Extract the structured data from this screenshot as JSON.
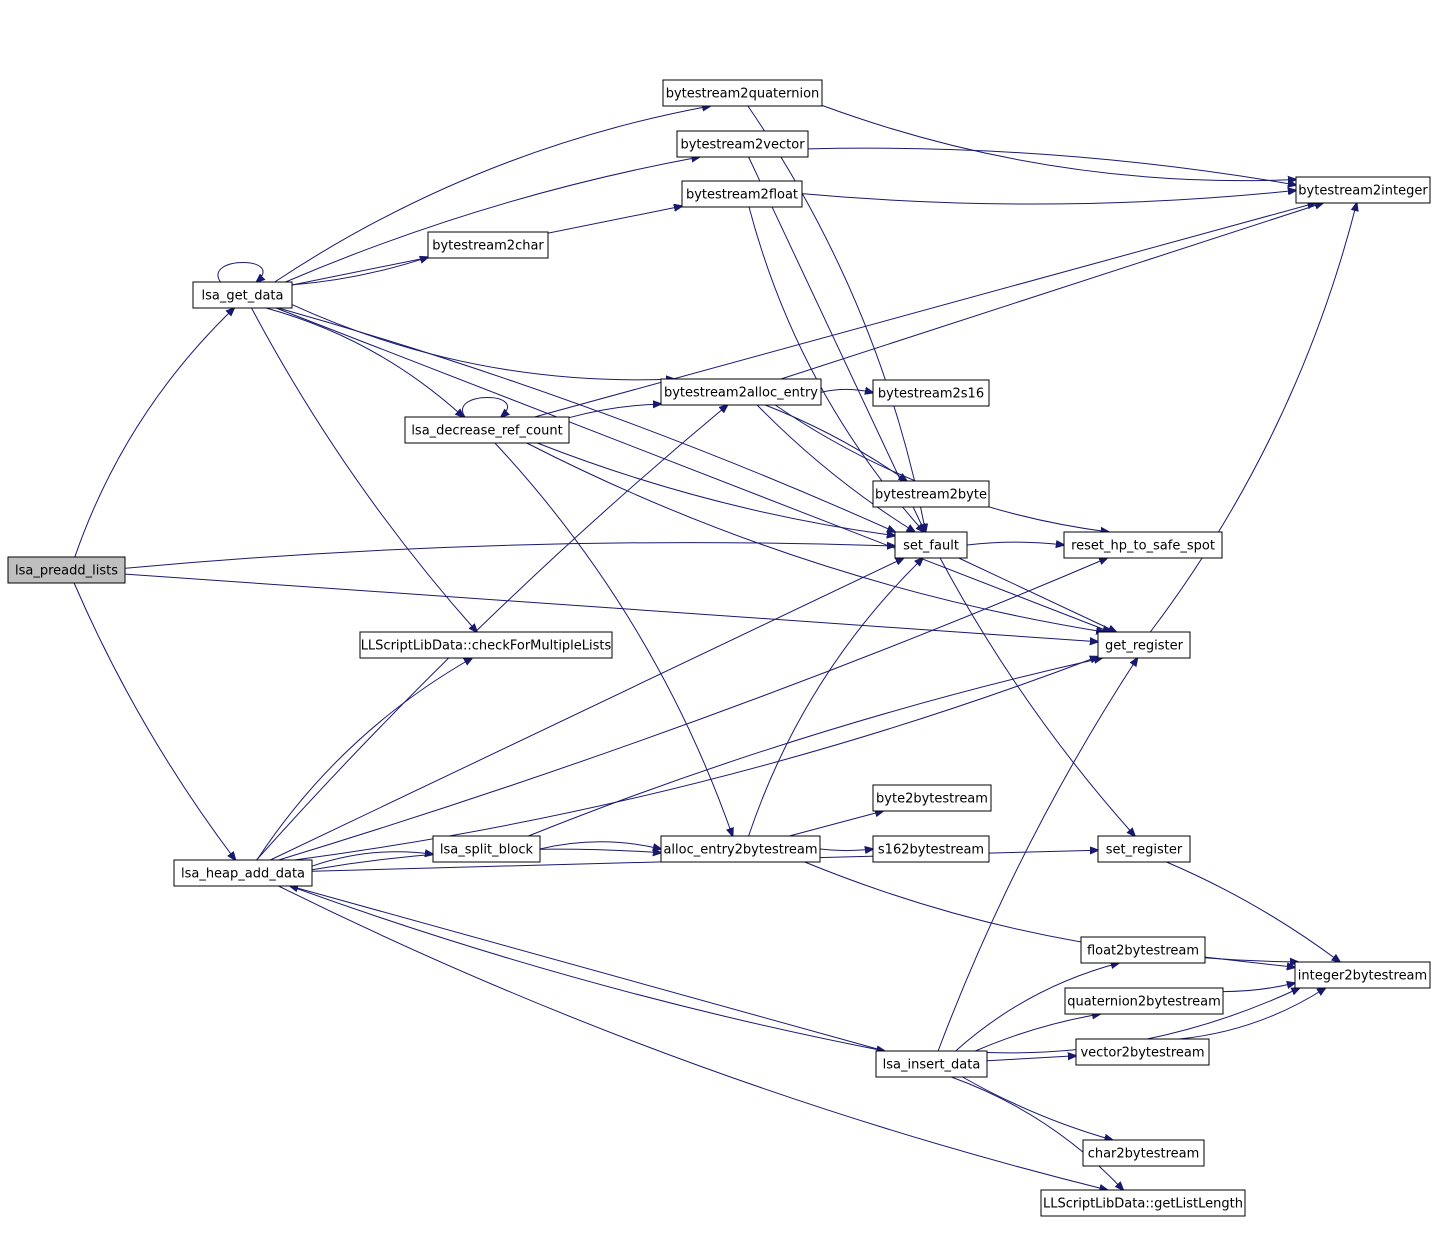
{
  "graph": {
    "nodes": [
      {
        "id": "lsa_preadd_lists",
        "label": "lsa_preadd_lists",
        "root": true
      },
      {
        "id": "lsa_get_data",
        "label": "lsa_get_data"
      },
      {
        "id": "bytestream2quaternion",
        "label": "bytestream2quaternion"
      },
      {
        "id": "bytestream2vector",
        "label": "bytestream2vector"
      },
      {
        "id": "bytestream2float",
        "label": "bytestream2float"
      },
      {
        "id": "bytestream2integer",
        "label": "bytestream2integer"
      },
      {
        "id": "bytestream2char",
        "label": "bytestream2char"
      },
      {
        "id": "bytestream2alloc_entry",
        "label": "bytestream2alloc_entry"
      },
      {
        "id": "bytestream2s16",
        "label": "bytestream2s16"
      },
      {
        "id": "lsa_decrease_ref_count",
        "label": "lsa_decrease_ref_count"
      },
      {
        "id": "bytestream2byte",
        "label": "bytestream2byte"
      },
      {
        "id": "set_fault",
        "label": "set_fault"
      },
      {
        "id": "reset_hp_to_safe_spot",
        "label": "reset_hp_to_safe_spot"
      },
      {
        "id": "checkForMultipleLists",
        "label": "LLScriptLibData::checkForMultipleLists"
      },
      {
        "id": "get_register",
        "label": "get_register"
      },
      {
        "id": "byte2bytestream",
        "label": "byte2bytestream"
      },
      {
        "id": "lsa_heap_add_data",
        "label": "lsa_heap_add_data"
      },
      {
        "id": "lsa_split_block",
        "label": "lsa_split_block"
      },
      {
        "id": "alloc_entry2bytestream",
        "label": "alloc_entry2bytestream"
      },
      {
        "id": "s162bytestream",
        "label": "s162bytestream"
      },
      {
        "id": "set_register",
        "label": "set_register"
      },
      {
        "id": "float2bytestream",
        "label": "float2bytestream"
      },
      {
        "id": "integer2bytestream",
        "label": "integer2bytestream"
      },
      {
        "id": "quaternion2bytestream",
        "label": "quaternion2bytestream"
      },
      {
        "id": "lsa_insert_data",
        "label": "lsa_insert_data"
      },
      {
        "id": "vector2bytestream",
        "label": "vector2bytestream"
      },
      {
        "id": "char2bytestream",
        "label": "char2bytestream"
      },
      {
        "id": "getListLength",
        "label": "LLScriptLibData::getListLength"
      }
    ],
    "edges": [
      [
        "lsa_preadd_lists",
        "lsa_get_data"
      ],
      [
        "lsa_preadd_lists",
        "set_fault"
      ],
      [
        "lsa_preadd_lists",
        "get_register"
      ],
      [
        "lsa_preadd_lists",
        "lsa_heap_add_data"
      ],
      [
        "lsa_get_data",
        "lsa_get_data"
      ],
      [
        "lsa_get_data",
        "bytestream2quaternion"
      ],
      [
        "lsa_get_data",
        "bytestream2vector"
      ],
      [
        "lsa_get_data",
        "bytestream2float"
      ],
      [
        "lsa_get_data",
        "bytestream2char"
      ],
      [
        "lsa_get_data",
        "bytestream2alloc_entry"
      ],
      [
        "lsa_get_data",
        "lsa_decrease_ref_count"
      ],
      [
        "lsa_get_data",
        "set_fault"
      ],
      [
        "lsa_get_data",
        "get_register"
      ],
      [
        "lsa_get_data",
        "checkForMultipleLists"
      ],
      [
        "bytestream2quaternion",
        "bytestream2integer"
      ],
      [
        "bytestream2quaternion",
        "set_fault"
      ],
      [
        "bytestream2vector",
        "bytestream2integer"
      ],
      [
        "bytestream2vector",
        "set_fault"
      ],
      [
        "bytestream2float",
        "bytestream2integer"
      ],
      [
        "bytestream2float",
        "set_fault"
      ],
      [
        "bytestream2alloc_entry",
        "bytestream2s16"
      ],
      [
        "bytestream2alloc_entry",
        "bytestream2byte"
      ],
      [
        "bytestream2alloc_entry",
        "bytestream2integer"
      ],
      [
        "bytestream2alloc_entry",
        "set_fault"
      ],
      [
        "bytestream2alloc_entry",
        "reset_hp_to_safe_spot"
      ],
      [
        "lsa_decrease_ref_count",
        "lsa_decrease_ref_count"
      ],
      [
        "lsa_decrease_ref_count",
        "bytestream2alloc_entry"
      ],
      [
        "lsa_decrease_ref_count",
        "bytestream2integer"
      ],
      [
        "lsa_decrease_ref_count",
        "set_fault"
      ],
      [
        "lsa_decrease_ref_count",
        "get_register"
      ],
      [
        "lsa_decrease_ref_count",
        "alloc_entry2bytestream"
      ],
      [
        "set_fault",
        "reset_hp_to_safe_spot"
      ],
      [
        "set_fault",
        "get_register"
      ],
      [
        "set_fault",
        "set_register"
      ],
      [
        "get_register",
        "bytestream2integer"
      ],
      [
        "lsa_heap_add_data",
        "checkForMultipleLists"
      ],
      [
        "lsa_heap_add_data",
        "bytestream2alloc_entry"
      ],
      [
        "lsa_heap_add_data",
        "set_fault"
      ],
      [
        "lsa_heap_add_data",
        "reset_hp_to_safe_spot"
      ],
      [
        "lsa_heap_add_data",
        "get_register"
      ],
      [
        "lsa_heap_add_data",
        "lsa_split_block"
      ],
      [
        "lsa_heap_add_data",
        "alloc_entry2bytestream"
      ],
      [
        "lsa_heap_add_data",
        "set_register"
      ],
      [
        "lsa_heap_add_data",
        "lsa_insert_data"
      ],
      [
        "lsa_heap_add_data",
        "getListLength"
      ],
      [
        "lsa_split_block",
        "alloc_entry2bytestream"
      ],
      [
        "lsa_split_block",
        "get_register"
      ],
      [
        "alloc_entry2bytestream",
        "byte2bytestream"
      ],
      [
        "alloc_entry2bytestream",
        "s162bytestream"
      ],
      [
        "alloc_entry2bytestream",
        "integer2bytestream"
      ],
      [
        "alloc_entry2bytestream",
        "set_fault"
      ],
      [
        "set_register",
        "integer2bytestream"
      ],
      [
        "float2bytestream",
        "integer2bytestream"
      ],
      [
        "quaternion2bytestream",
        "integer2bytestream"
      ],
      [
        "vector2bytestream",
        "integer2bytestream"
      ],
      [
        "lsa_insert_data",
        "float2bytestream"
      ],
      [
        "lsa_insert_data",
        "quaternion2bytestream"
      ],
      [
        "lsa_insert_data",
        "vector2bytestream"
      ],
      [
        "lsa_insert_data",
        "char2bytestream"
      ],
      [
        "lsa_insert_data",
        "integer2bytestream"
      ],
      [
        "lsa_insert_data",
        "getListLength"
      ],
      [
        "lsa_insert_data",
        "get_register"
      ],
      [
        "lsa_insert_data",
        "lsa_heap_add_data"
      ]
    ]
  },
  "colors": {
    "edge": "#191970",
    "node_border": "#000000",
    "root_fill": "#bfbfbf",
    "node_fill": "#ffffff"
  }
}
